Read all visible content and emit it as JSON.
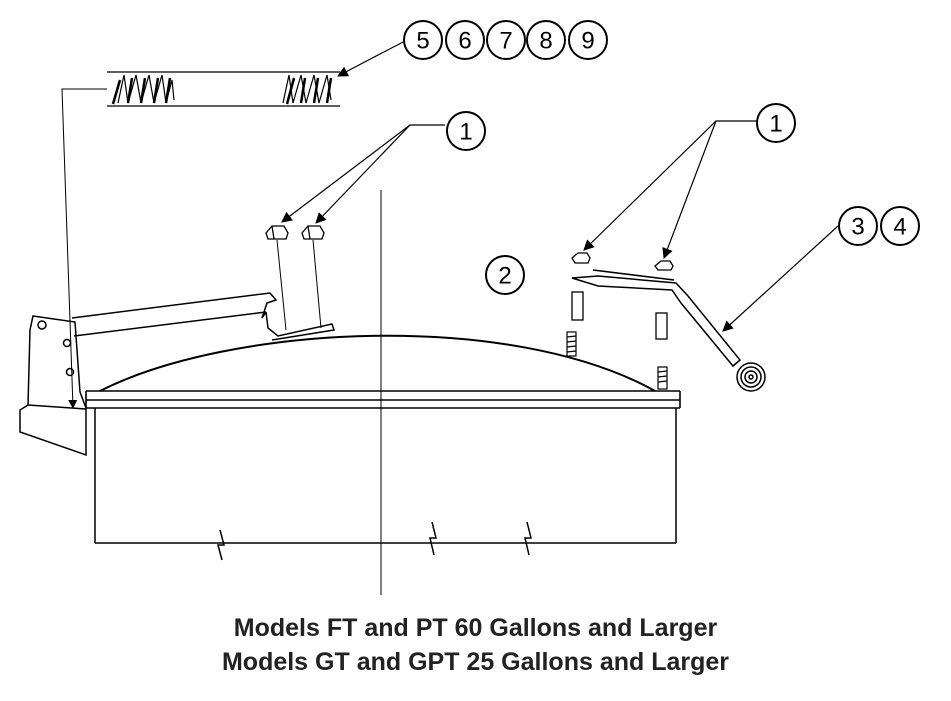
{
  "caption": {
    "line1": "Models FT and PT 60 Gallons and Larger",
    "line2": "Models GT and GPT 25 Gallons and Larger"
  },
  "callouts": {
    "springs_group": [
      "5",
      "6",
      "7",
      "8",
      "9"
    ],
    "hinge_nuts": "1",
    "handle_nuts": "1",
    "studs": "2",
    "handle_group": [
      "3",
      "4"
    ]
  }
}
